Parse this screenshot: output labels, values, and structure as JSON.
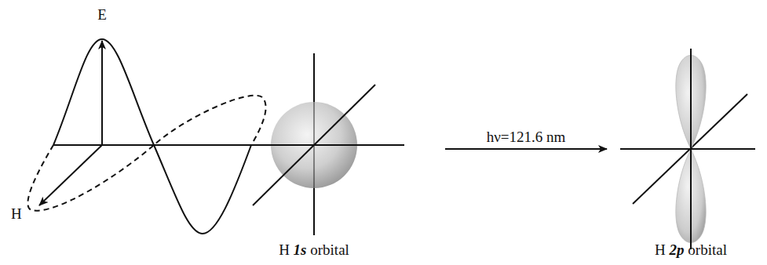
{
  "diagram": {
    "nodes": [
      {
        "text": [
          "H 1s orbital"
        ]
      },
      {
        "text": [
          "H 2p orbital"
        ]
      }
    ],
    "edges": [
      {
        "from": 0,
        "to": 1,
        "arrow": "to",
        "label": "hν=121.6 nm"
      }
    ],
    "labels": [
      "E",
      "H"
    ]
  }
}
